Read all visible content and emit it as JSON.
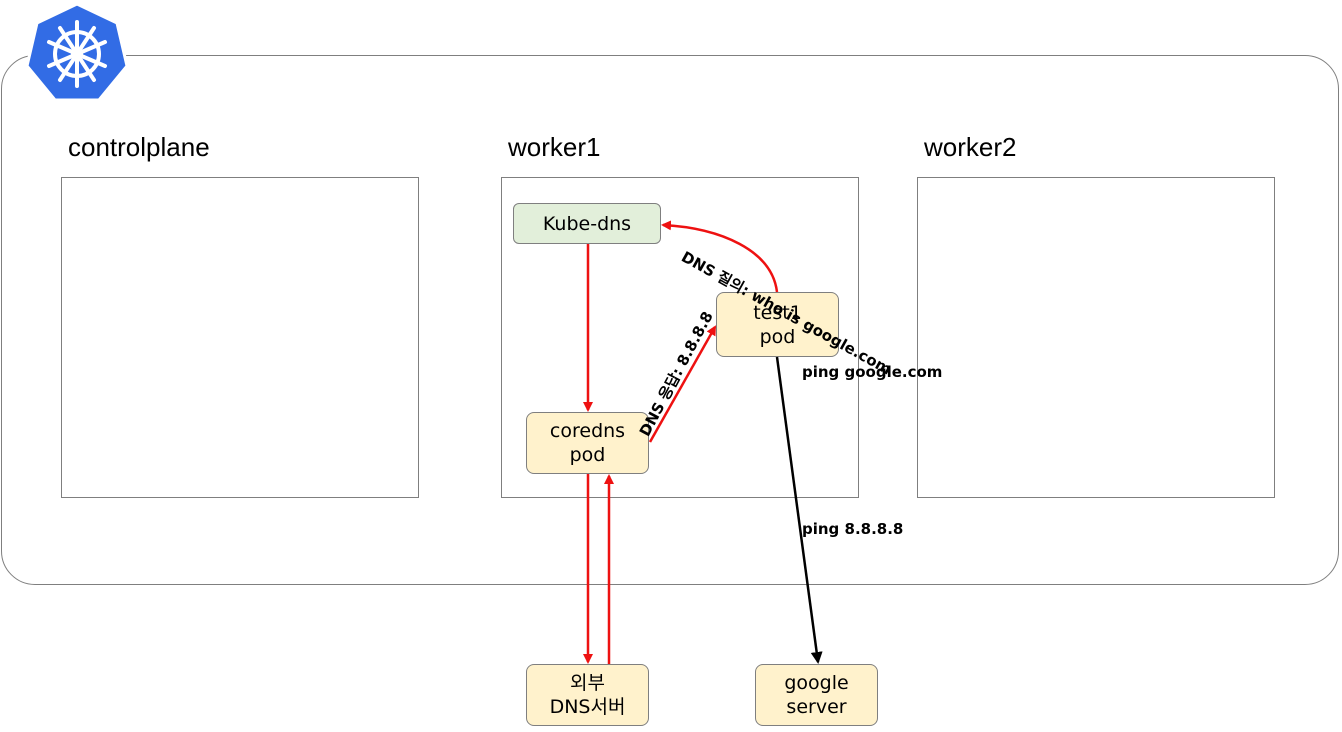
{
  "nodes": {
    "controlplane": "controlplane",
    "worker1": "worker1",
    "worker2": "worker2"
  },
  "boxes": {
    "kube_dns": "Kube-dns",
    "test1_pod": [
      "test1",
      "pod"
    ],
    "coredns_pod": [
      "coredns",
      "pod"
    ],
    "external_dns": [
      "외부",
      "DNS서버"
    ],
    "google_server": [
      "google",
      "server"
    ]
  },
  "labels": {
    "dns_query": "DNS 질의: who is google.com",
    "dns_response": "DNS 응답: 8.8.8.8",
    "ping_google": "ping google.com",
    "ping_ip": "ping 8.8.8.8"
  },
  "colors": {
    "red_arrow": "#ee1111",
    "black_arrow": "#000000",
    "pod_fill": "#fff2cc",
    "service_fill": "#e2efda",
    "kubernetes_blue": "#326ce5"
  },
  "icons": {
    "logo": "kubernetes-logo-icon"
  }
}
